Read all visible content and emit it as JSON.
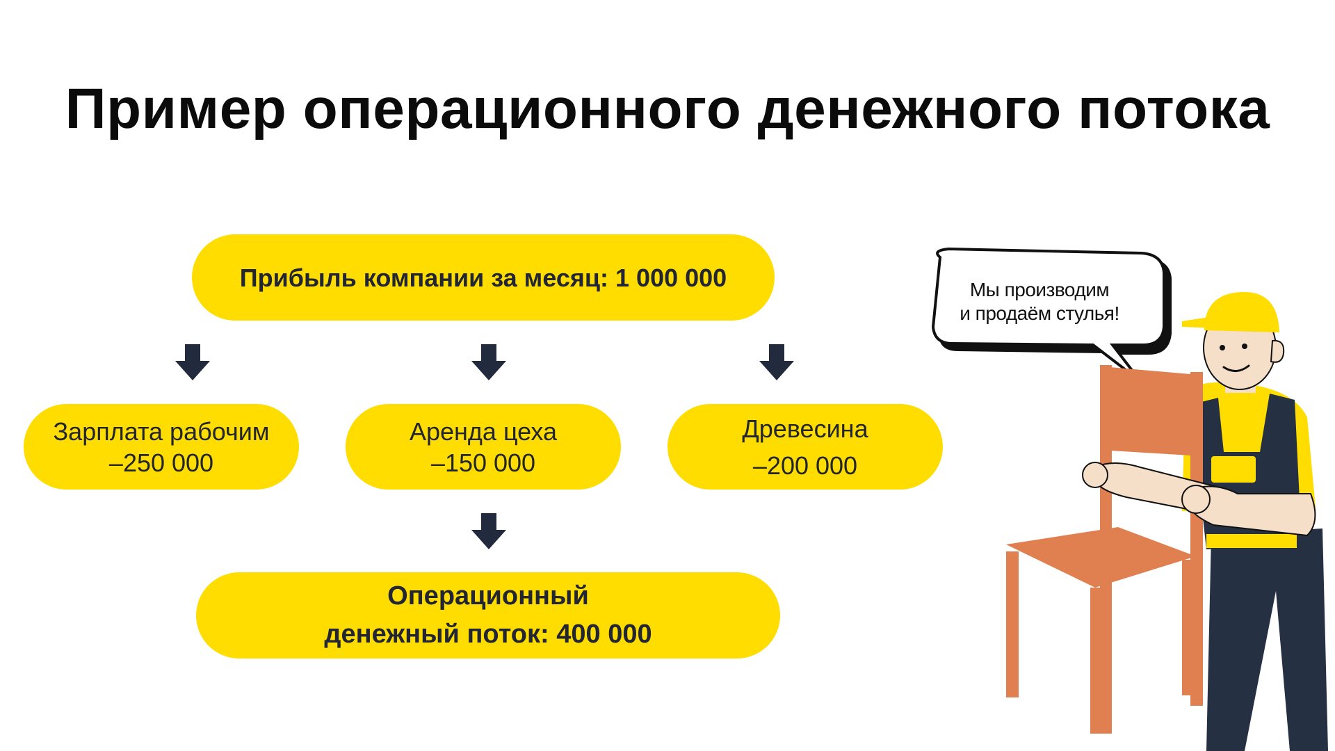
{
  "title": "Пример операционного денежного потока",
  "profit": {
    "label": "Прибыль компании за месяц:",
    "value": "1 000 000"
  },
  "expenses": [
    {
      "label": "Зарплата рабочим",
      "value": "–250 000"
    },
    {
      "label": "Аренда цеха",
      "value": "–150 000"
    },
    {
      "label": "Древесина",
      "value": "–200 000"
    }
  ],
  "result": {
    "line1": "Операционный",
    "line2": "денежный поток: 400 000"
  },
  "speech": {
    "line1": "Мы производим",
    "line2": "и продаём стулья!"
  },
  "colors": {
    "accent": "#ffdd00",
    "arrow": "#222b3d",
    "chair": "#e07f4f",
    "overalls": "#263043"
  }
}
